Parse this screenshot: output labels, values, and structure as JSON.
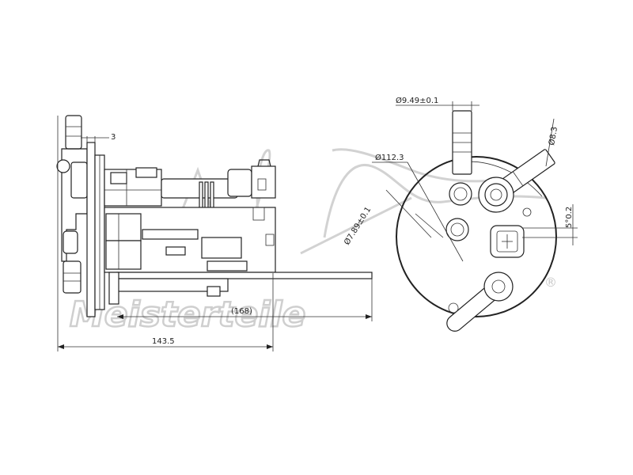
{
  "watermark": {
    "brand": "A.Z. Meisterteile",
    "wordmark": "Meisterteile",
    "registered_mark": "®"
  },
  "side_view": {
    "dim_flange_thickness": "3",
    "dim_overall_length": "(168)",
    "dim_height": "143.5"
  },
  "top_view": {
    "dim_port_diameter": "Ø9.49±0.1",
    "dim_outlet_diameter": "Ø8.3",
    "dim_flange_diameter": "Ø112.3",
    "dim_hole_diameter": "Ø7.89±0.1",
    "dim_connector_offset": "5°0.2"
  }
}
